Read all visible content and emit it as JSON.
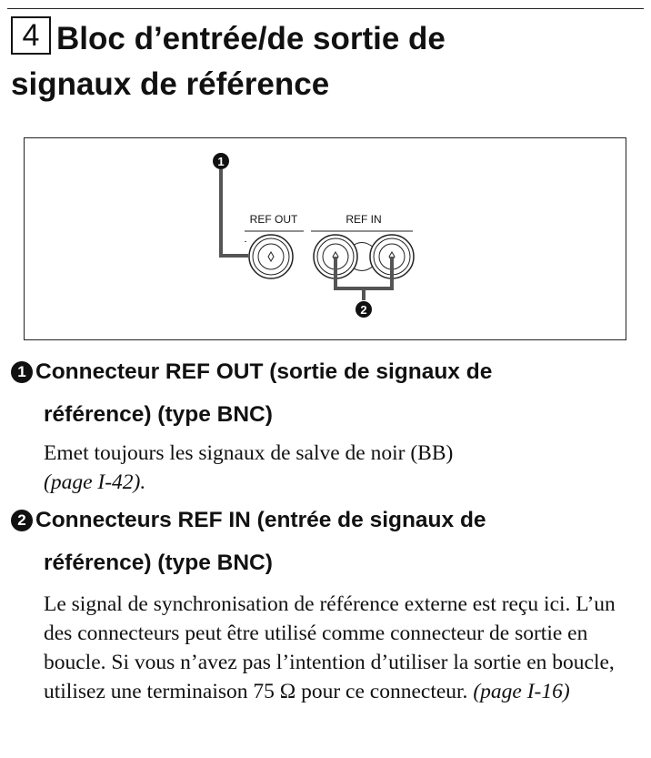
{
  "section": {
    "number": "4",
    "title_line1": "Bloc d’entrée/de sortie de",
    "title_line2": "signaux de référence"
  },
  "diagram": {
    "ref_out_label": "REF OUT",
    "ref_in_label": "REF IN",
    "callout_1": "1",
    "callout_2": "2"
  },
  "items": [
    {
      "badge": "1",
      "heading_line1": "Connecteur REF OUT (sortie de signaux de",
      "heading_line2": "référence) (type BNC)",
      "description": "Emet toujours les signaux de salve de noir (BB)",
      "page_ref": "(page I-42).",
      "ref_close": ""
    },
    {
      "badge": "2",
      "heading_line1": "Connecteurs REF IN (entrée de signaux de",
      "heading_line2": "référence) (type BNC)",
      "description": "Le signal de synchronisation de référence externe est reçu ici. L’un des connecteurs peut être utilisé comme connecteur de sortie en boucle. Si vous n’avez pas l’intention d’utiliser la sortie en boucle, utilisez une terminaison 75 Ω pour ce connecteur.",
      "page_ref": "(page I-16)",
      "ref_close": ""
    }
  ]
}
